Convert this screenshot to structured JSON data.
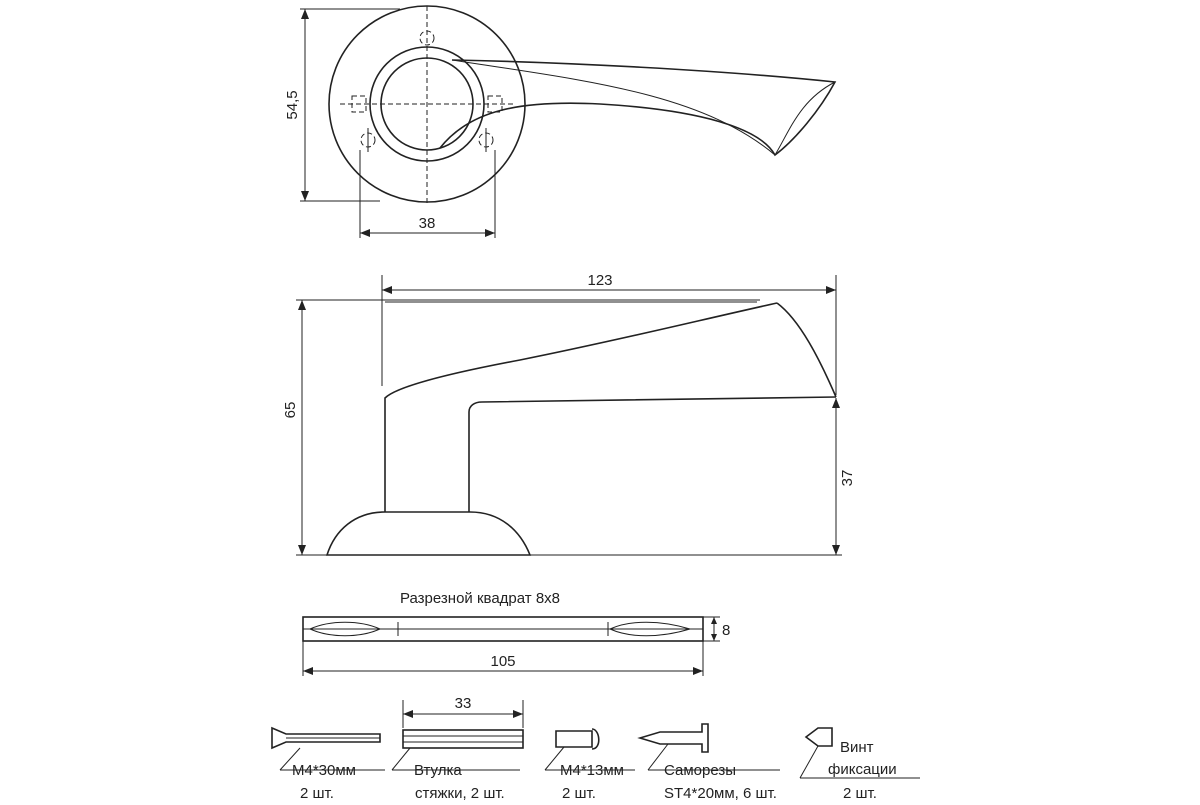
{
  "top_view": {
    "dim_height": "54,5",
    "dim_width": "38"
  },
  "side_view": {
    "dim_length": "123",
    "dim_height": "65",
    "dim_axis": "37"
  },
  "spindle": {
    "title": "Разрезной квадрат 8х8",
    "dim_size": "8",
    "dim_length": "105"
  },
  "parts": {
    "sleeve_length": "33",
    "items": [
      {
        "name": "M4*30мм",
        "qty": "2 шт."
      },
      {
        "name": "Втулка",
        "qty": "стяжки, 2 шт."
      },
      {
        "name": "M4*13мм",
        "qty": "2 шт."
      },
      {
        "name": "Саморезы",
        "qty": "ST4*20мм, 6 шт."
      },
      {
        "name": "Винт",
        "qty": "фиксации"
      },
      {
        "name": "",
        "qty": "2 шт."
      }
    ]
  }
}
